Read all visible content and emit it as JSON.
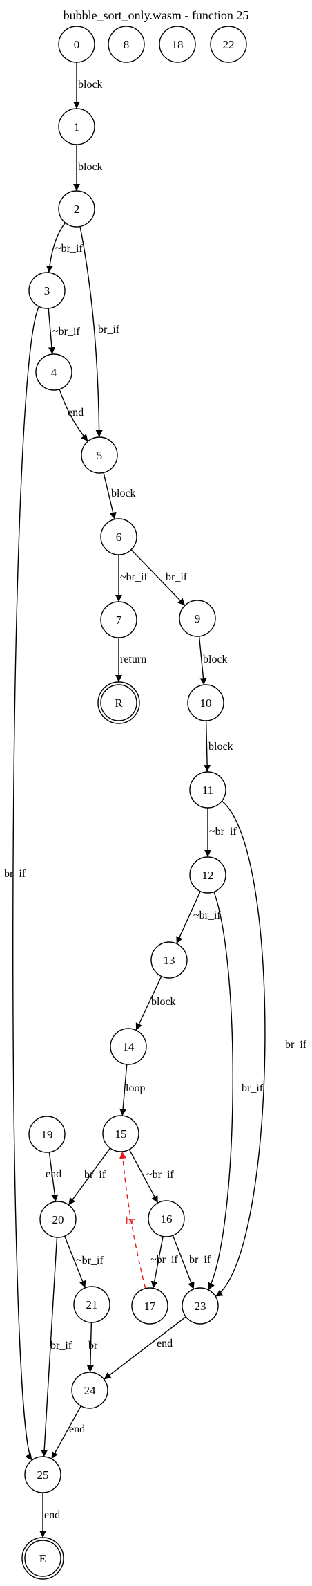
{
  "title": "bubble_sort_only.wasm - function 25",
  "nodes": [
    {
      "id": "0",
      "label": "0"
    },
    {
      "id": "8",
      "label": "8"
    },
    {
      "id": "18",
      "label": "18"
    },
    {
      "id": "22",
      "label": "22"
    },
    {
      "id": "1",
      "label": "1"
    },
    {
      "id": "2",
      "label": "2"
    },
    {
      "id": "3",
      "label": "3"
    },
    {
      "id": "4",
      "label": "4"
    },
    {
      "id": "5",
      "label": "5"
    },
    {
      "id": "6",
      "label": "6"
    },
    {
      "id": "7",
      "label": "7"
    },
    {
      "id": "9",
      "label": "9"
    },
    {
      "id": "R",
      "label": "R",
      "terminal": true
    },
    {
      "id": "10",
      "label": "10"
    },
    {
      "id": "11",
      "label": "11"
    },
    {
      "id": "12",
      "label": "12"
    },
    {
      "id": "13",
      "label": "13"
    },
    {
      "id": "14",
      "label": "14"
    },
    {
      "id": "15",
      "label": "15"
    },
    {
      "id": "19",
      "label": "19"
    },
    {
      "id": "16",
      "label": "16"
    },
    {
      "id": "20",
      "label": "20"
    },
    {
      "id": "17",
      "label": "17"
    },
    {
      "id": "21",
      "label": "21"
    },
    {
      "id": "23",
      "label": "23"
    },
    {
      "id": "24",
      "label": "24"
    },
    {
      "id": "25",
      "label": "25"
    },
    {
      "id": "E",
      "label": "E",
      "terminal": true
    }
  ],
  "edges": [
    {
      "from": "0",
      "to": "1",
      "label": "block"
    },
    {
      "from": "1",
      "to": "2",
      "label": "block"
    },
    {
      "from": "2",
      "to": "3",
      "label": "~br_if"
    },
    {
      "from": "2",
      "to": "5",
      "label": "br_if"
    },
    {
      "from": "3",
      "to": "4",
      "label": "~br_if"
    },
    {
      "from": "3",
      "to": "25",
      "label": "br_if"
    },
    {
      "from": "4",
      "to": "5",
      "label": "end"
    },
    {
      "from": "5",
      "to": "6",
      "label": "block"
    },
    {
      "from": "6",
      "to": "7",
      "label": "~br_if"
    },
    {
      "from": "6",
      "to": "9",
      "label": "br_if"
    },
    {
      "from": "7",
      "to": "R",
      "label": "return"
    },
    {
      "from": "9",
      "to": "10",
      "label": "block"
    },
    {
      "from": "10",
      "to": "11",
      "label": "block"
    },
    {
      "from": "11",
      "to": "12",
      "label": "~br_if"
    },
    {
      "from": "11",
      "to": "23",
      "label": "br_if"
    },
    {
      "from": "12",
      "to": "13",
      "label": "~br_if"
    },
    {
      "from": "12",
      "to": "23",
      "label": "br_if"
    },
    {
      "from": "13",
      "to": "14",
      "label": "block"
    },
    {
      "from": "14",
      "to": "15",
      "label": "loop"
    },
    {
      "from": "15",
      "to": "20",
      "label": "br_if"
    },
    {
      "from": "15",
      "to": "16",
      "label": "~br_if"
    },
    {
      "from": "19",
      "to": "20",
      "label": "end"
    },
    {
      "from": "16",
      "to": "17",
      "label": "~br_if"
    },
    {
      "from": "16",
      "to": "23",
      "label": "br_if"
    },
    {
      "from": "17",
      "to": "15",
      "label": "br",
      "back": true,
      "color": "#e41a1c"
    },
    {
      "from": "20",
      "to": "21",
      "label": "~br_if"
    },
    {
      "from": "20",
      "to": "25",
      "label": "br_if"
    },
    {
      "from": "21",
      "to": "24",
      "label": "br"
    },
    {
      "from": "23",
      "to": "24",
      "label": "end"
    },
    {
      "from": "24",
      "to": "25",
      "label": "end"
    },
    {
      "from": "25",
      "to": "E",
      "label": "end"
    }
  ],
  "colors": {
    "stroke": "#000000",
    "back_edge": "#e41a1c",
    "background": "#ffffff"
  }
}
